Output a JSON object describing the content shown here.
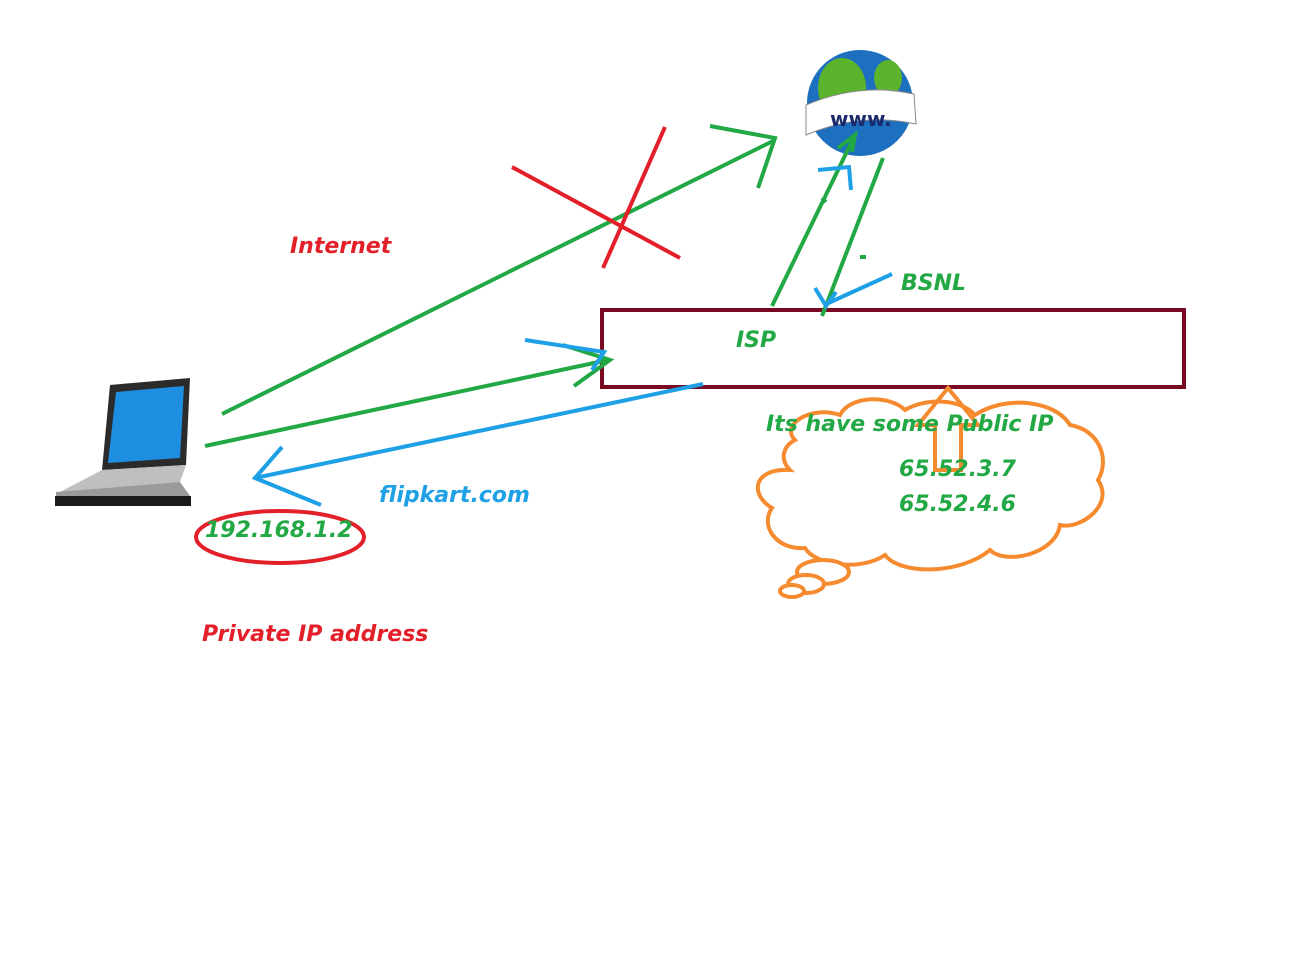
{
  "labels": {
    "internet": "Internet",
    "isp": "ISP",
    "bsnl": "BSNL",
    "public_ip_note": "Its have some Public IP",
    "public_ip_1": "65.52.3.7",
    "public_ip_2": "65.52.4.6",
    "website": "flipkart.com",
    "private_ip": "192.168.1.2",
    "private_ip_caption": "Private IP address",
    "globe_text": "www."
  },
  "icons": {
    "laptop": "laptop-icon",
    "globe": "www-globe-icon",
    "cloud": "thought-cloud"
  },
  "colors": {
    "red": "#e3202a",
    "green": "#22a844",
    "blue": "#1ea0e6",
    "isp_border": "#7a0a22",
    "cloud": "#f58a2e"
  }
}
